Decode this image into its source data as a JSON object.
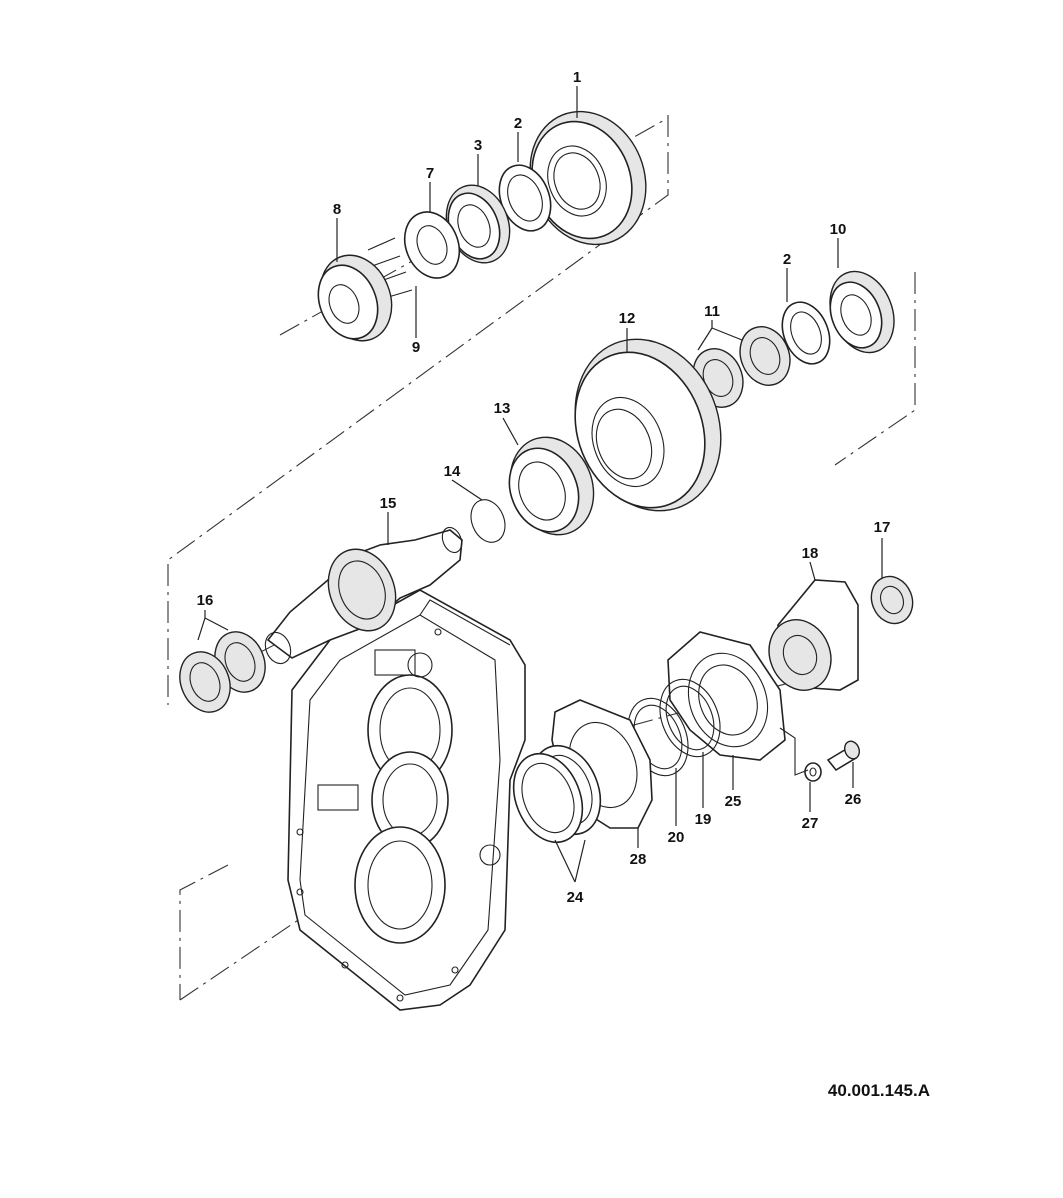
{
  "drawing": {
    "reference_code": "40.001.145.A",
    "callouts": [
      "1",
      "2",
      "3",
      "7",
      "8",
      "9",
      "10",
      "2",
      "11",
      "12",
      "13",
      "14",
      "15",
      "16",
      "17",
      "18",
      "19",
      "20",
      "24",
      "25",
      "26",
      "27",
      "28"
    ]
  }
}
